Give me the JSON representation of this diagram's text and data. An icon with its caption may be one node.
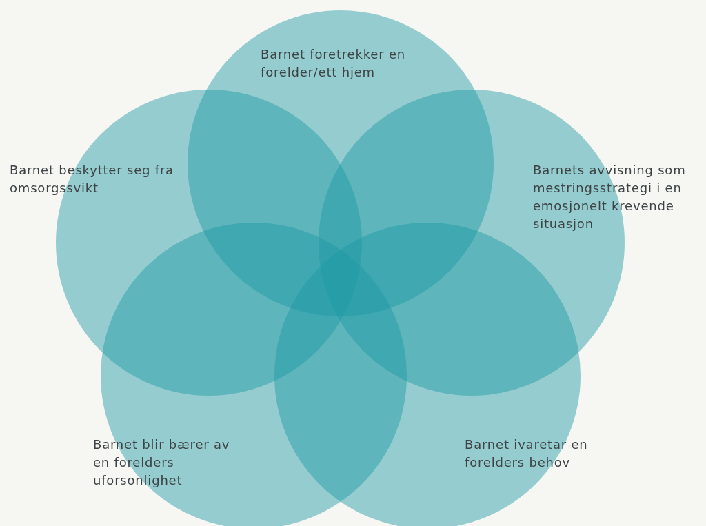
{
  "diagram": {
    "nodes": [
      {
        "text": [
          "Barnet foretrekker en forelder/ett hjem"
        ]
      },
      {
        "text": [
          "Barnet beskytter seg fra omsorgssvikt"
        ]
      },
      {
        "text": [
          "Barnets avvisning som mestringsstrategi i en emosjonelt krevende situasjon"
        ]
      },
      {
        "text": [
          "Barnet blir bærer av en forelders uforsonlighet"
        ]
      },
      {
        "text": [
          "Barnet ivaretar en forelders behov"
        ]
      }
    ],
    "edges": []
  }
}
